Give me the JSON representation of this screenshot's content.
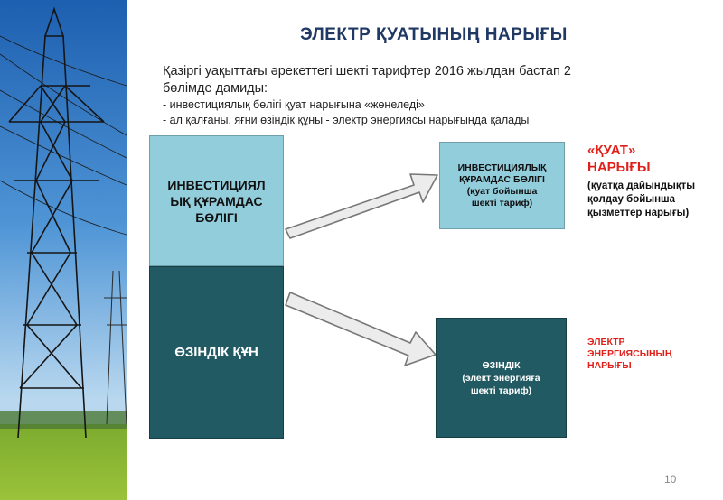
{
  "title": "ЭЛЕКТР ҚУАТЫНЫҢ НАРЫҒЫ",
  "intro": {
    "line1": "Қазіргі уақыттағы әрекеттегі шекті тарифтер 2016 жылдан бастап 2",
    "line2": "бөлімде дамиды:",
    "bullet1": "- инвестициялық бөлігі қуат нарығына «жөнеледі»",
    "bullet2": "- ал қалғаны, яғни өзіндік құны - электр энергиясы нарығында қалады"
  },
  "diagram": {
    "invest_part": {
      "line1": "ИНВЕСТИЦИЯЛ",
      "line2": "ЫҚ ҚҰРАМДАС",
      "line3": "БӨЛІГІ"
    },
    "own_cost": "ӨЗІНДІК ҚҰН",
    "invest_target": {
      "line1": "ИНВЕСТИЦИЯЛЫҚ",
      "line2": "ҚҰРАМДАС БӨЛІГІ",
      "line3": "(қуат бойынша",
      "line4": "шекті тариф)"
    },
    "own_target": {
      "line1": "ӨЗІНДІК",
      "line2": "(элект энергияға",
      "line3": "шекті тариф)"
    },
    "power_market": {
      "line1": "«ҚУАТ»",
      "line2": "НАРЫҒЫ"
    },
    "power_sub": {
      "line1": "(қуатқа дайындықты",
      "line2": "қолдау бойынша",
      "line3": "қызметтер нарығы)"
    },
    "energy_market": {
      "line1": "ЭЛЕКТР",
      "line2": "ЭНЕРГИЯСЫНЫҢ",
      "line3": "НАРЫҒЫ"
    }
  },
  "colors": {
    "light_box": "#92cddc",
    "dark_box": "#215a63",
    "title": "#1f3864",
    "accent_red": "#e0201a"
  },
  "page_number": "10"
}
